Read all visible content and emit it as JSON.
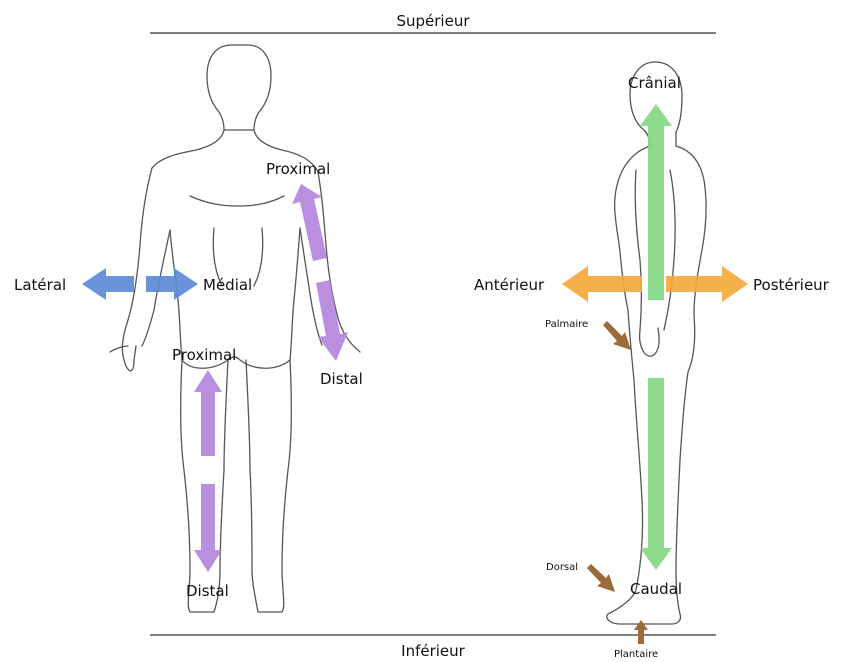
{
  "colors": {
    "medial_lateral": "#5b8ad6",
    "proximal_distal": "#b486dd",
    "anterior_posterior": "#f5a93a",
    "cranial_caudal": "#86d883",
    "small_arrows": "#9a6b3b",
    "outline": "#555555",
    "rule": "#333333"
  },
  "labels": {
    "superieur": "Supérieur",
    "inferieur": "Inférieur",
    "lateral": "Latéral",
    "medial": "Médial",
    "proximal_arm": "Proximal",
    "distal_arm": "Distal",
    "proximal_leg": "Proximal",
    "distal_leg": "Distal",
    "cranial": "Crânial",
    "caudal": "Caudal",
    "anterieur": "Antérieur",
    "posterieur": "Postérieur",
    "palmaire": "Palmaire",
    "dorsal": "Dorsal",
    "plantaire": "Plantaire"
  }
}
